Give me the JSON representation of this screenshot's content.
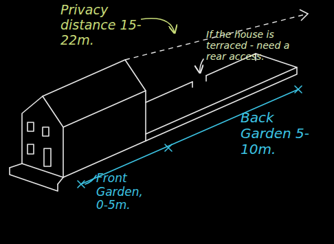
{
  "diagram": {
    "labels": [
      "Privacy distance 15-22m.",
      "If the house is terraced - need a rear access.",
      "Back Garden 5-10m.",
      "Front Garden, 0-5m."
    ]
  }
}
